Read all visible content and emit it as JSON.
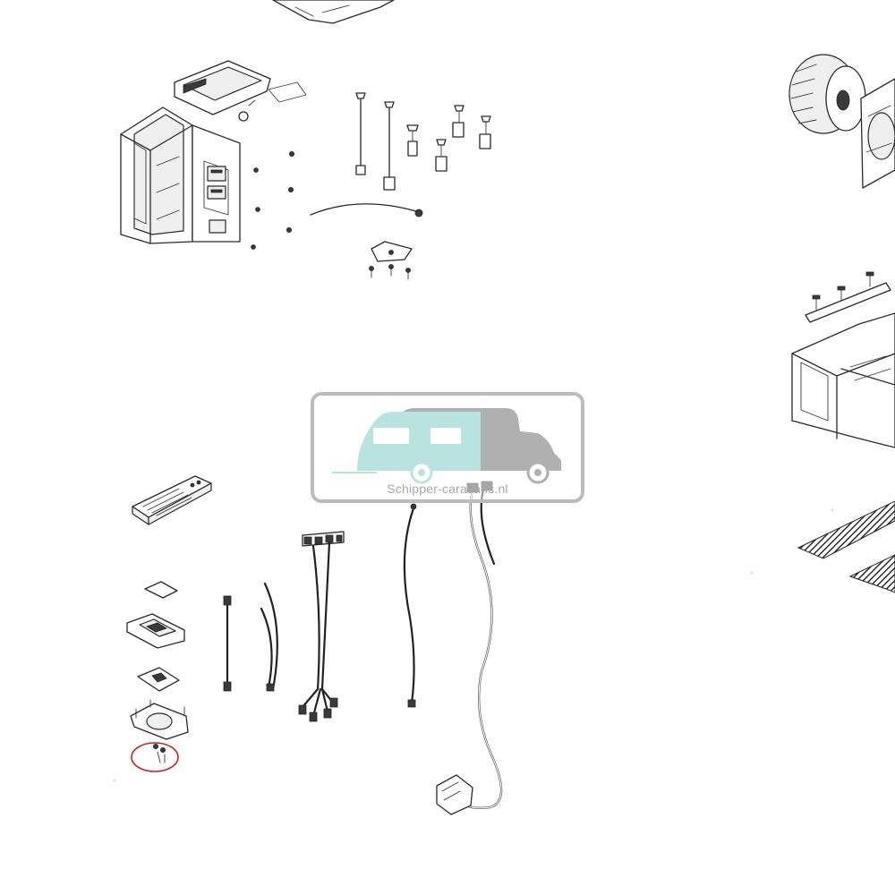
{
  "watermark": {
    "text": "Schipper-caravans.nl",
    "caravan_color": "#b9e3df",
    "camper_color": "#b0b0b0",
    "frame_color": "#bcbcbc"
  },
  "highlight": {
    "color": "#cc1f1f",
    "shape": "ellipse",
    "target": "small screw"
  }
}
